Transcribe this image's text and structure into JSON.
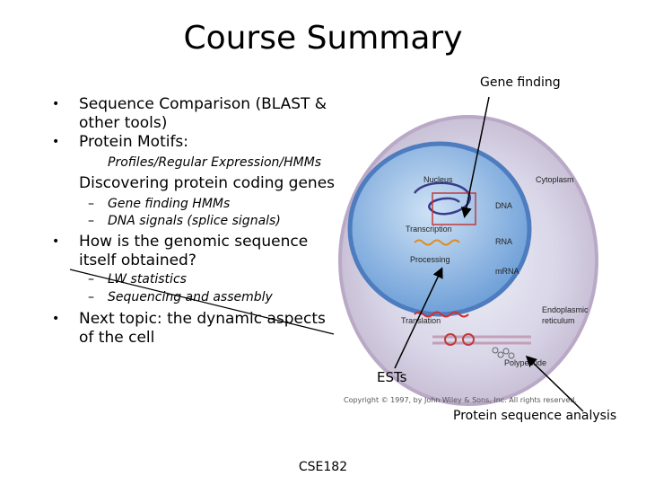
{
  "slide": {
    "title": "Course Summary",
    "footer": "CSE182",
    "bullets": [
      {
        "text": "Sequence Comparison (BLAST & other tools)"
      },
      {
        "text": "Protein Motifs:",
        "subs": [
          "Profiles/Regular Expression/HMMs"
        ]
      },
      {
        "text": "Discovering protein coding genes",
        "subs": [
          "Gene finding HMMs",
          "DNA signals (splice signals)"
        ]
      },
      {
        "text": "How is the genomic sequence itself obtained?",
        "subs": [
          "LW statistics",
          "Sequencing and assembly"
        ]
      },
      {
        "text": "Next topic: the dynamic aspects of the cell"
      }
    ]
  },
  "annotations": {
    "gene_finding": "Gene finding",
    "ests": "ESTs",
    "protein_sequence_analysis": "Protein sequence analysis"
  },
  "figure": {
    "labels": {
      "nucleus": "Nucleus",
      "cytoplasm": "Cytoplasm",
      "dna": "DNA",
      "transcription": "Transcription",
      "rna": "RNA",
      "processing": "Processing",
      "mrna": "mRNA",
      "er_line1": "Endoplasmic",
      "er_line2": "reticulum",
      "translation": "Translation",
      "polypeptide": "Polypeptide"
    },
    "copyright": "Copyright © 1997, by John Wiley & Sons, Inc. All rights reserved."
  }
}
